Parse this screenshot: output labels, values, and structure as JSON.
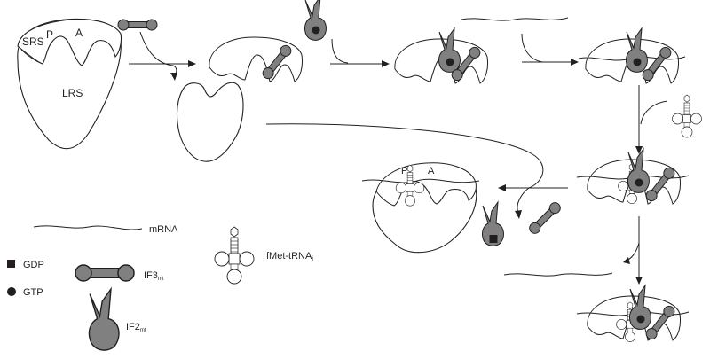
{
  "ribosome": {
    "small_subunit_site": "SRS",
    "p_site": "P",
    "a_site": "A",
    "large_subunit_site": "LRS"
  },
  "legend": {
    "mrna": "mRNA",
    "gdp": "GDP",
    "gtp": "GTP",
    "if3_main": "IF3",
    "if3_sub": "mt",
    "if2_main": "IF2",
    "if2_sub": "mt",
    "trna_main": "fMet-tRNA",
    "trna_sub": "i"
  },
  "final_complex": {
    "p_site": "P",
    "a_site": "A"
  },
  "colors": {
    "outline": "#231f20",
    "factor_fill": "#808080",
    "nucleotide_fill": "#231f20",
    "background": "#ffffff"
  },
  "icons": {
    "gdp": "filled-square",
    "gtp": "filled-circle"
  }
}
